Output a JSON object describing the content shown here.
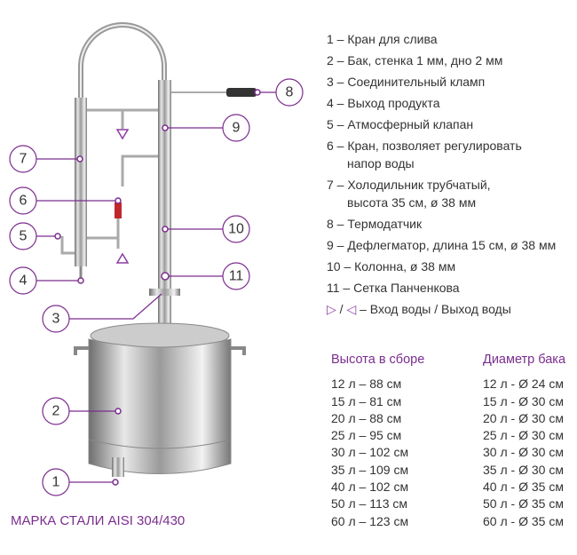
{
  "legend": [
    {
      "n": "1 – ",
      "t": "Кран для слива"
    },
    {
      "n": "2 – ",
      "t": "Бак, стенка 1 мм, дно 2 мм"
    },
    {
      "n": "3 – ",
      "t": "Соединительный кламп"
    },
    {
      "n": "4 – ",
      "t": "Выход продукта"
    },
    {
      "n": "5 – ",
      "t": "Атмосферный клапан"
    },
    {
      "n": "6 – ",
      "t": "Кран, позволяет регулировать",
      "t2": "напор воды"
    },
    {
      "n": "7 – ",
      "t": "Холодильник трубчатый,",
      "t2": "высота 35 см, ø 38 мм"
    },
    {
      "n": "8 – ",
      "t": "Термодатчик"
    },
    {
      "n": "9 – ",
      "t": "Дефлегматор, длина 15 см, ø 38 мм"
    },
    {
      "n": "10 – ",
      "t": "Колонна, ø 38 мм"
    },
    {
      "n": "11 – ",
      "t": "Сетка Панченкова"
    }
  ],
  "water": {
    "in": "▷",
    "sep": " / ",
    "out": "◁",
    "text": " – Вход воды / Выход воды"
  },
  "height_table": {
    "title": "Высота в сборе",
    "rows": [
      "12 л – 88 см",
      "15 л – 81 см",
      "20 л – 88 см",
      "25 л – 95 см",
      "30 л – 102 см",
      "35 л – 109 см",
      "40 л – 102 см",
      "50 л – 113 см",
      "60 л – 123 см"
    ]
  },
  "diameter_table": {
    "title": "Диаметр бака",
    "rows": [
      "12 л - Ø 24 см",
      "15 л - Ø 30 см",
      "20 л - Ø 30 см",
      "25 л - Ø 30 см",
      "30 л - Ø 30 см",
      "35 л - Ø 30 см",
      "40 л - Ø 35 см",
      "50 л - Ø 35 см",
      "60 л - Ø 35 см"
    ]
  },
  "steel": "МАРКА СТАЛИ AISI 304/430",
  "callouts": [
    "1",
    "2",
    "3",
    "4",
    "5",
    "6",
    "7",
    "8",
    "9",
    "10",
    "11"
  ],
  "accent": "#7b2d8e"
}
